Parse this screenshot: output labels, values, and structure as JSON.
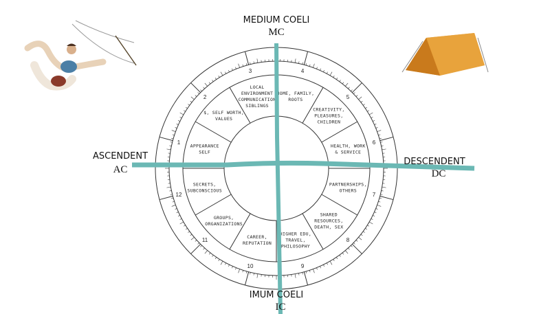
{
  "axes": {
    "mc": {
      "title": "MEDIUM COELI",
      "abbr": "MC"
    },
    "ic": {
      "title": "IMUM COELI",
      "abbr": "IC"
    },
    "ac": {
      "title": "ASCENDENT",
      "abbr": "AC"
    },
    "dc": {
      "title": "DESCENDENT",
      "abbr": "DC"
    }
  },
  "houses": [
    {
      "num": "1",
      "lines": [
        "APPEARANCE",
        "SELF"
      ]
    },
    {
      "num": "2",
      "lines": [
        "$, SELF WORTH,",
        "VALUES"
      ]
    },
    {
      "num": "3",
      "lines": [
        "LOCAL",
        "ENVIRONMENT",
        "COMMUNICATION",
        "SIBLINGS"
      ]
    },
    {
      "num": "4",
      "lines": [
        "HOME, FAMILY,",
        "ROOTS"
      ]
    },
    {
      "num": "5",
      "lines": [
        "CREATIVITY,",
        "PLEASURES,",
        "CHILDREN"
      ]
    },
    {
      "num": "6",
      "lines": [
        "HEALTH, WORK",
        "& SERVICE"
      ]
    },
    {
      "num": "7",
      "lines": [
        "PARTNERSHIPS,",
        "OTHERS"
      ]
    },
    {
      "num": "8",
      "lines": [
        "SHARED",
        "RESOURCES,",
        "DEATH, SEX"
      ]
    },
    {
      "num": "9",
      "lines": [
        "HIGHER EDU,",
        "TRAVEL,",
        "PHILOSOPHY"
      ]
    },
    {
      "num": "10",
      "lines": [
        "CAREER,",
        "REPUTATION"
      ]
    },
    {
      "num": "11",
      "lines": [
        "GROUPS,",
        "ORGANIZATIONS"
      ]
    },
    {
      "num": "12",
      "lines": [
        "SECRETS,",
        "SUBCONSCIOUS"
      ]
    }
  ],
  "colors": {
    "axis": "#6bb8b4",
    "ink": "#333333",
    "tent": "#e0962e"
  }
}
